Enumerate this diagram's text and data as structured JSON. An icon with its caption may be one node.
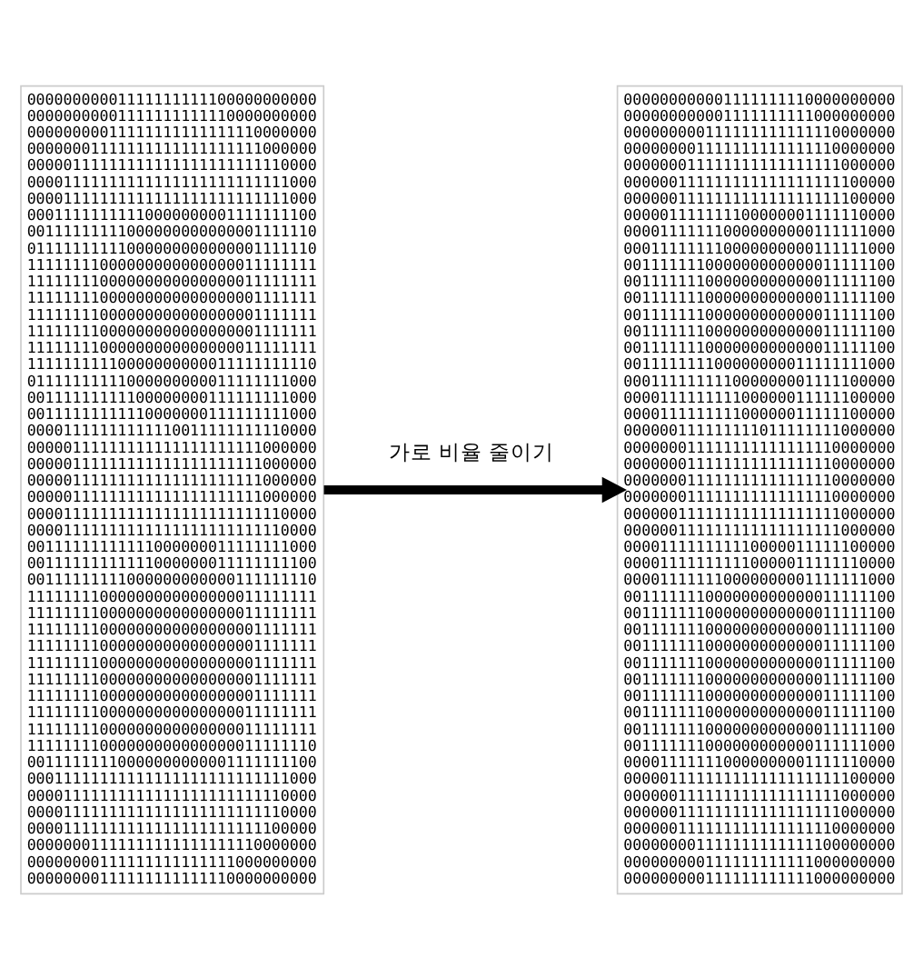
{
  "diagram": {
    "nodes": [
      {
        "text": [
          "00000000001111111111100000000000 00000000001111111111110000000000 00000000011111111111111110000000 00000001111111111111111111000000 00000111111111111111111111110000 00001111111111111111111111111000 00001111111111111111111111111000 00011111111110000000001111111100 00111111111000000000000001111110 01111111111000000000000001111110 11111111000000000000000011111111 11111111000000000000000011111111 11111111000000000000000001111111 11111111000000000000000001111111 11111111000000000000000001111111 11111111000000000000000011111111 11111111110000000000011111111110 01111111111000000000011111111000 00111111111100000000111111111000 00111111111110000000111111111000 00001111111111110011111111110000 00000111111111111111111111000000 00000111111111111111111111000000 00000111111111111111111111000000 00000111111111111111111111000000 00001111111111111111111111110000 00001111111111111111111111110000 00111111111111000000011111111000 00111111111111000000011111111100 00111111111000000000000111111110 11111111000000000000000011111111 11111111000000000000000011111111 11111111000000000000000001111111 11111111000000000000000001111111 11111111000000000000000001111111 11111111000000000000000001111111 11111111000000000000000001111111 11111111000000000000000011111111 11111111000000000000000011111111 11111111000000000000000011111110 00111111110000000000001111111100 00011111111111111111111111111000 00001111111111111111111111110000 00001111111111111111111111110000 00001111111111111111111111100000 00000001111111111111111110000000 00000000111111111111111000000000 00000000111111111111110000000000"
        ]
      },
      {
        "text": [
          "000000000001111111110000000000 000000000001111111111000000000 000000000111111111111110000000 000000001111111111111110000000 000000011111111111111111000000 000000111111111111111111100000 000000111111111111111111100000 000001111111100000001111110000 000011111110000000000111111000 000111111110000000000111111000 001111111000000000000011111100 001111111000000000000011111100 001111111000000000000011111100 001111111000000000000011111100 001111111000000000000011111100 001111111000000000000011111100 001111111100000000011111111000 000111111111000000001111100000 000011111111100000011111100000 000011111111100000011111100000 000000111111111011111111000000 000000011111111111111110000000 000000011111111111111110000000 000000011111111111111110000000 000000011111111111111110000000 000000111111111111111111000000 000000111111111111111111000000 000011111111110000011111100000 000011111111110000011111110000 000011111110000000001111111000 001111111000000000000011111100 001111111000000000000011111100 001111111000000000000011111100 001111111000000000000011111100 001111111000000000000011111100 001111111000000000000011111100 001111111000000000000011111100 001111111000000000000011111100 001111111000000000000011111100 001111111000000000000111111000 000011111110000000001111110000 000001111111111111111111100000 000000111111111111111111000000 000000111111111111111111000000 000000111111111111111110000000 000000001111111111111100000000 000000000111111111111000000000 000000000111111111111000000000"
        ]
      }
    ],
    "edges": [
      {
        "from": 0,
        "to": 1,
        "arrow": "to",
        "label": "가로 비율 줄이기"
      }
    ]
  }
}
